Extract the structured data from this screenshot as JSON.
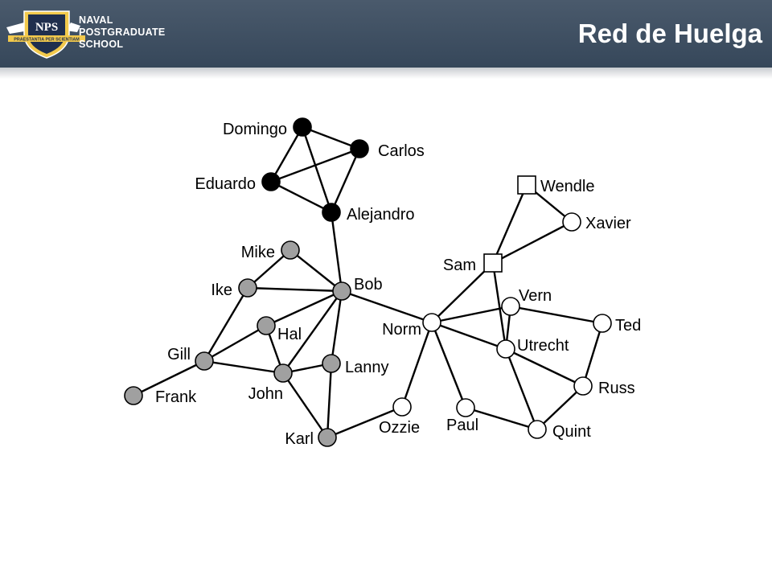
{
  "header": {
    "title": "Red de Huelga",
    "logo_text": [
      "NAVAL",
      "POSTGRADUATE",
      "SCHOOL"
    ],
    "logo_badge": "NPS",
    "logo_motto": "PRAESTANTIA PER SCIENTIAM"
  },
  "colors": {
    "header_bg": "#3e4e60",
    "group_black": "#000000",
    "group_gray": "#a0a0a0",
    "group_white": "#ffffff"
  },
  "graph": {
    "nodes": [
      {
        "id": "domingo",
        "label": "Domingo",
        "group": "black",
        "shape": "circle"
      },
      {
        "id": "carlos",
        "label": "Carlos",
        "group": "black",
        "shape": "circle"
      },
      {
        "id": "eduardo",
        "label": "Eduardo",
        "group": "black",
        "shape": "circle"
      },
      {
        "id": "alejandro",
        "label": "Alejandro",
        "group": "black",
        "shape": "circle"
      },
      {
        "id": "mike",
        "label": "Mike",
        "group": "gray",
        "shape": "circle"
      },
      {
        "id": "ike",
        "label": "Ike",
        "group": "gray",
        "shape": "circle"
      },
      {
        "id": "bob",
        "label": "Bob",
        "group": "gray",
        "shape": "circle"
      },
      {
        "id": "hal",
        "label": "Hal",
        "group": "gray",
        "shape": "circle"
      },
      {
        "id": "gill",
        "label": "Gill",
        "group": "gray",
        "shape": "circle"
      },
      {
        "id": "lanny",
        "label": "Lanny",
        "group": "gray",
        "shape": "circle"
      },
      {
        "id": "john",
        "label": "John",
        "group": "gray",
        "shape": "circle"
      },
      {
        "id": "frank",
        "label": "Frank",
        "group": "gray",
        "shape": "circle"
      },
      {
        "id": "karl",
        "label": "Karl",
        "group": "gray",
        "shape": "circle"
      },
      {
        "id": "wendle",
        "label": "Wendle",
        "group": "white",
        "shape": "square"
      },
      {
        "id": "xavier",
        "label": "Xavier",
        "group": "white",
        "shape": "circle"
      },
      {
        "id": "sam",
        "label": "Sam",
        "group": "white",
        "shape": "square"
      },
      {
        "id": "vern",
        "label": "Vern",
        "group": "white",
        "shape": "circle"
      },
      {
        "id": "norm",
        "label": "Norm",
        "group": "white",
        "shape": "circle"
      },
      {
        "id": "ted",
        "label": "Ted",
        "group": "white",
        "shape": "circle"
      },
      {
        "id": "utrecht",
        "label": "Utrecht",
        "group": "white",
        "shape": "circle"
      },
      {
        "id": "russ",
        "label": "Russ",
        "group": "white",
        "shape": "circle"
      },
      {
        "id": "ozzie",
        "label": "Ozzie",
        "group": "white",
        "shape": "circle"
      },
      {
        "id": "paul",
        "label": "Paul",
        "group": "white",
        "shape": "circle"
      },
      {
        "id": "quint",
        "label": "Quint",
        "group": "white",
        "shape": "circle"
      }
    ],
    "edges": [
      [
        "domingo",
        "carlos"
      ],
      [
        "domingo",
        "eduardo"
      ],
      [
        "domingo",
        "alejandro"
      ],
      [
        "carlos",
        "eduardo"
      ],
      [
        "carlos",
        "alejandro"
      ],
      [
        "eduardo",
        "alejandro"
      ],
      [
        "alejandro",
        "bob"
      ],
      [
        "mike",
        "ike"
      ],
      [
        "mike",
        "bob"
      ],
      [
        "ike",
        "bob"
      ],
      [
        "ike",
        "gill"
      ],
      [
        "bob",
        "hal"
      ],
      [
        "bob",
        "john"
      ],
      [
        "bob",
        "lanny"
      ],
      [
        "bob",
        "norm"
      ],
      [
        "hal",
        "gill"
      ],
      [
        "hal",
        "john"
      ],
      [
        "gill",
        "john"
      ],
      [
        "gill",
        "frank"
      ],
      [
        "john",
        "lanny"
      ],
      [
        "john",
        "karl"
      ],
      [
        "lanny",
        "karl"
      ],
      [
        "karl",
        "ozzie"
      ],
      [
        "wendle",
        "xavier"
      ],
      [
        "wendle",
        "sam"
      ],
      [
        "sam",
        "xavier"
      ],
      [
        "sam",
        "norm"
      ],
      [
        "sam",
        "utrecht"
      ],
      [
        "norm",
        "vern"
      ],
      [
        "norm",
        "utrecht"
      ],
      [
        "norm",
        "ozzie"
      ],
      [
        "norm",
        "paul"
      ],
      [
        "vern",
        "ted"
      ],
      [
        "vern",
        "utrecht"
      ],
      [
        "ted",
        "russ"
      ],
      [
        "utrecht",
        "russ"
      ],
      [
        "utrecht",
        "quint"
      ],
      [
        "russ",
        "quint"
      ],
      [
        "paul",
        "quint"
      ]
    ]
  }
}
